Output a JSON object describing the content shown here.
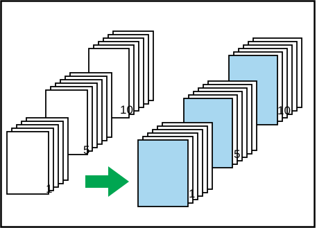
{
  "diagram": {
    "colors": {
      "paper": "#ffffff",
      "stroke": "#000000",
      "divider": "#a8d7f0",
      "arrow": "#00a651"
    },
    "icons": {
      "arrow": "arrow-right-icon"
    },
    "left": {
      "stacks": [
        {
          "label": "1"
        },
        {
          "label": "5"
        },
        {
          "label": "10"
        }
      ]
    },
    "right": {
      "stacks": [
        {
          "label": "1"
        },
        {
          "label": "5"
        },
        {
          "label": "10"
        }
      ]
    }
  }
}
